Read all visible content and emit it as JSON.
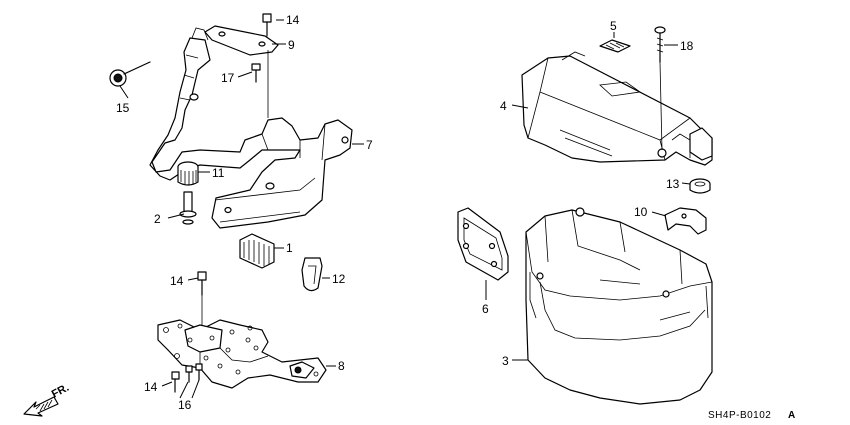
{
  "diagram_code": "SH4P-B0102",
  "diagram_suffix": "A",
  "direction_label": "FR.",
  "callouts": {
    "p1": "1",
    "p2": "2",
    "p3": "3",
    "p4": "4",
    "p5": "5",
    "p6": "6",
    "p7": "7",
    "p8": "8",
    "p9": "9",
    "p10": "10",
    "p11": "11",
    "p12": "12",
    "p13": "13",
    "p14a": "14",
    "p14b": "14",
    "p14c": "14",
    "p15": "15",
    "p16": "16",
    "p17": "17",
    "p18": "18"
  }
}
